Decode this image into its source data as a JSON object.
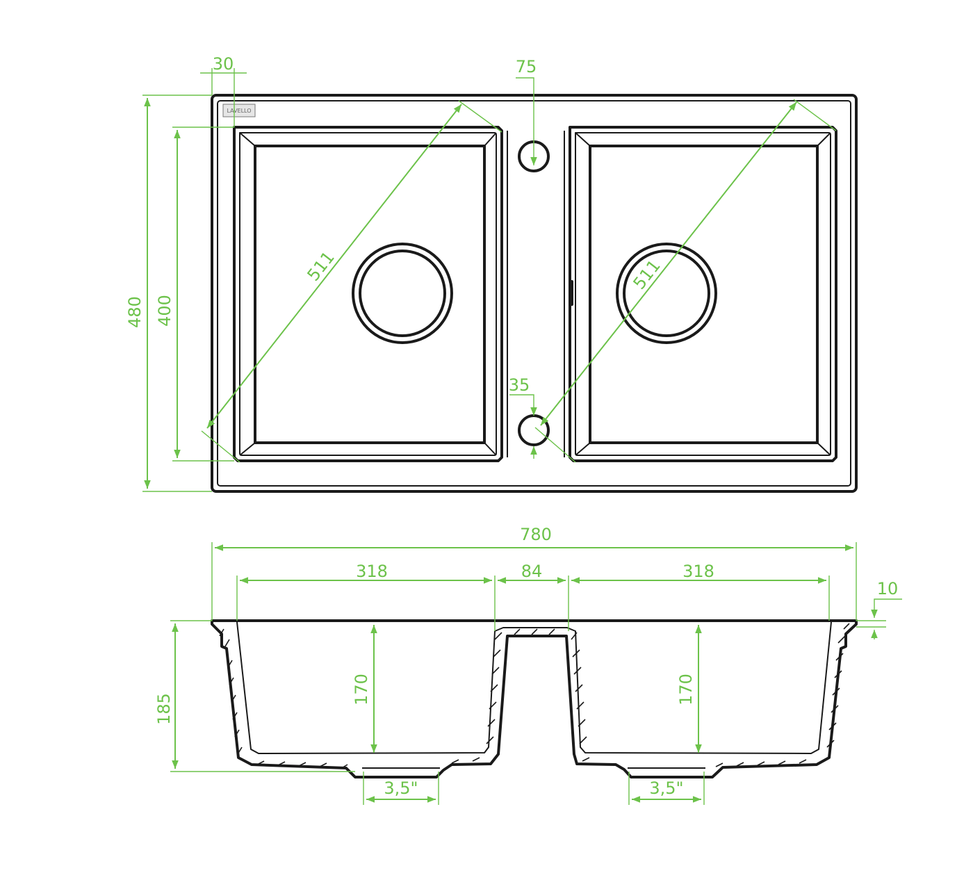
{
  "top_view": {
    "overall_depth": "480",
    "bowl_depth": "400",
    "edge_offset": "30",
    "bowl_diagonal_left": "511",
    "bowl_diagonal_right": "511",
    "tap_hole": "75",
    "overflow_hole": "35",
    "logo_text": "LAVELLO"
  },
  "side_view": {
    "overall_width": "780",
    "bowl_width_left": "318",
    "divider_width": "84",
    "bowl_width_right": "318",
    "rim_thickness": "10",
    "overall_height": "185",
    "bowl_height_left": "170",
    "bowl_height_right": "170",
    "drain_left": "3,5\"",
    "drain_right": "3,5\""
  },
  "colors": {
    "outline": "#1a1a1a",
    "dimension": "#6cc24a"
  }
}
